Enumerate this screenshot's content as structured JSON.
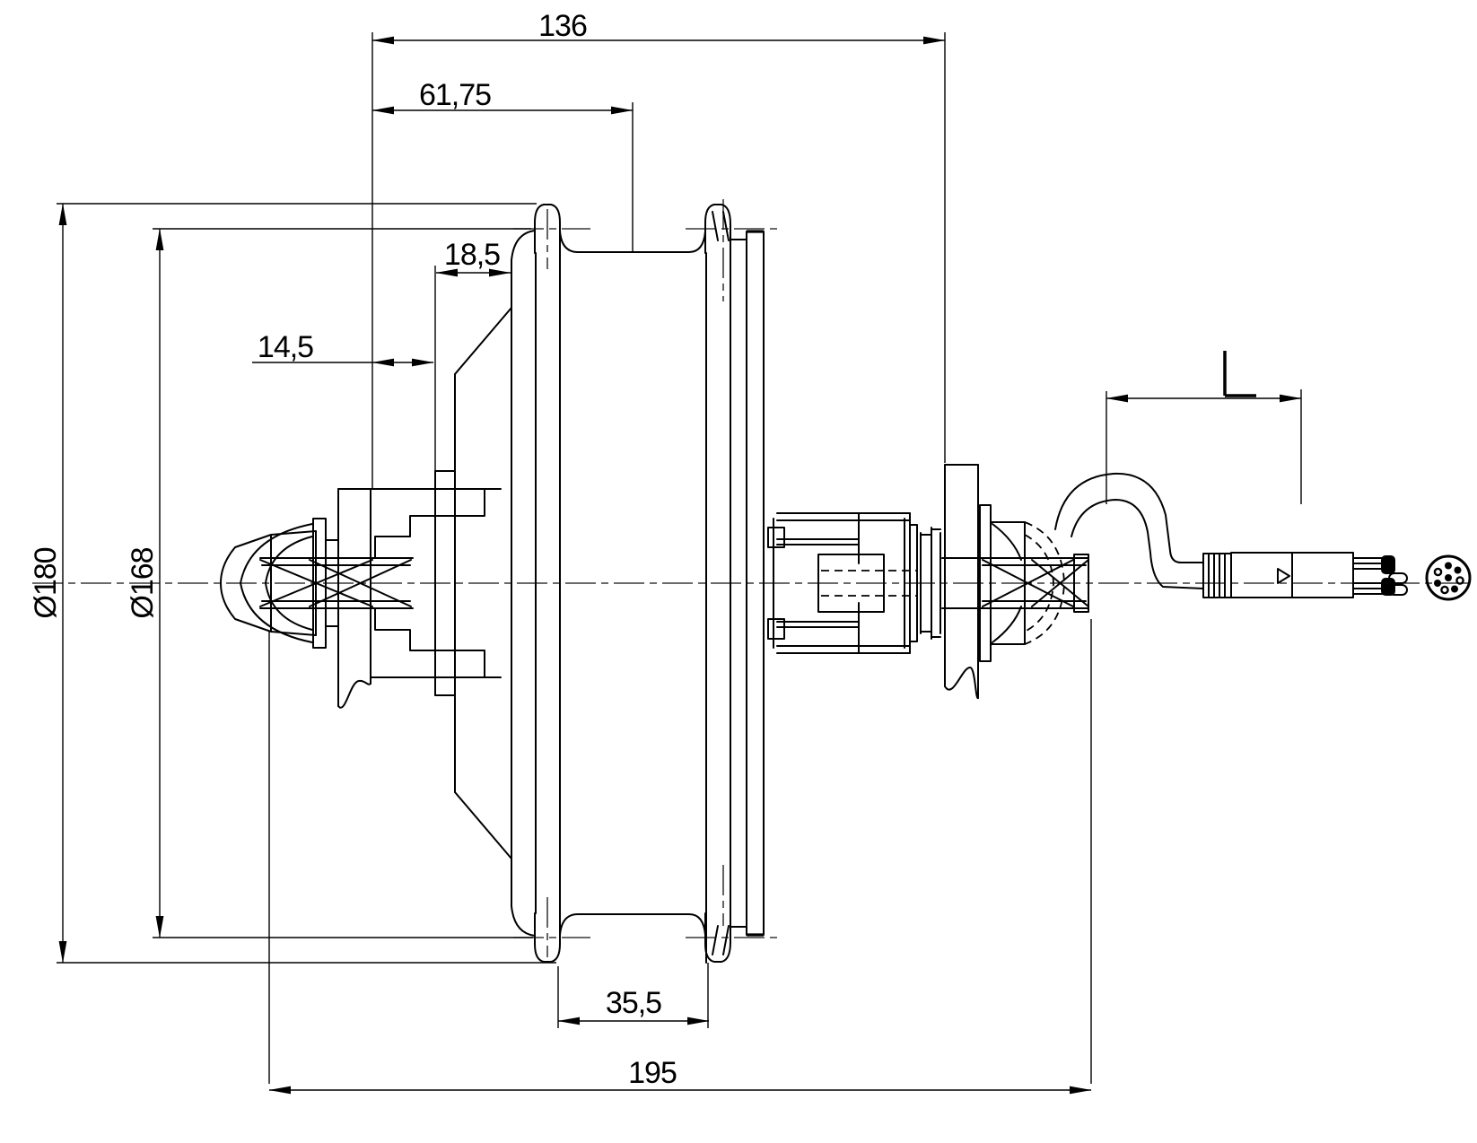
{
  "drawing": {
    "background": "#ffffff",
    "stroke_color": "#000000",
    "view": "hub-motor-side-elevation",
    "dimensions": {
      "width_over_locknuts": "136",
      "left_face_to_rim_center": "61,75",
      "cover_recess": "18,5",
      "dropout_clearance": "14,5",
      "flange_diameter": "Ø180",
      "spoke_circle_diameter": "Ø168",
      "flange_spacing": "35,5",
      "axle_length": "195",
      "cable_segment": ""
    },
    "connector": {
      "pin_holes_visible": 8,
      "orientation_marker": "triangle"
    }
  }
}
